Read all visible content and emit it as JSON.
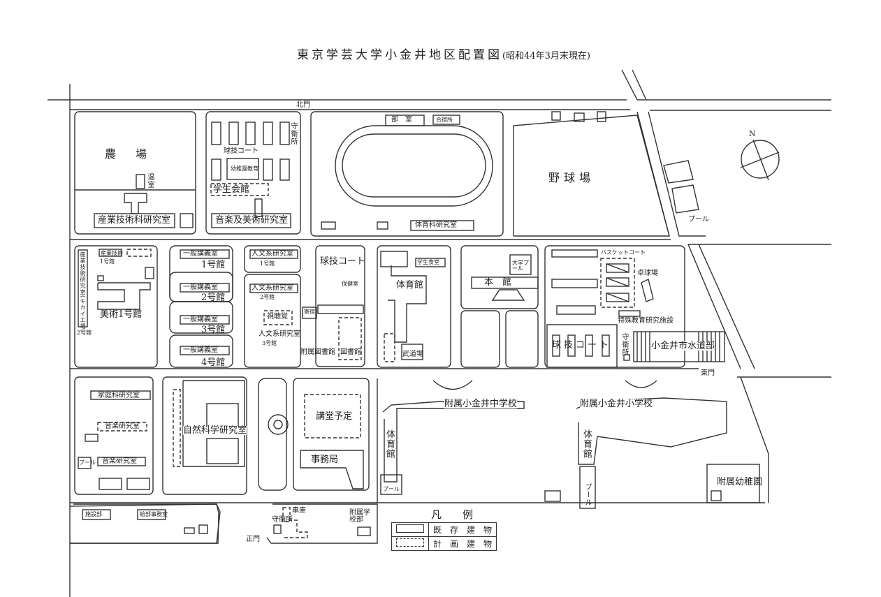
{
  "title": "東京学芸大学小金井地区配置図",
  "subtitle": "(昭和44年3月末現在)",
  "compass_label": "N",
  "gates": {
    "north": "北門",
    "east": "東門",
    "main": "正門"
  },
  "facilities": {
    "farm": "農　場",
    "greenhouse": "温室",
    "industrial_tech_lab": "産業技術科研究室",
    "guard_north": "守衛所",
    "ball_court_north": "球技コート",
    "kindergarten_gym": "幼稚園教育",
    "student_hall": "学生会館",
    "music_art_lab": "音楽及美術研究室",
    "club_rooms": "部　室",
    "guard_small": "合宿所",
    "pe_lab": "体育科研究室",
    "baseball": "野球場",
    "pool_ne": "プール",
    "industrial_tech_1": "産業技術",
    "building_1_go": "1号館",
    "industrial_lab_2": "産業技術研究室(キカイ工場)",
    "building_2_go": "2号館",
    "art_1": "美術1号館",
    "lecture_1": "一般講義室",
    "lecture_1_bldg": "1号館",
    "lecture_2": "一般講義室",
    "lecture_2_bldg": "2号館",
    "lecture_3": "一般講義室",
    "lecture_3_bldg": "3号館",
    "lecture_4": "一般講義室",
    "lecture_4_bldg": "4号館",
    "humanities_1": "人文系研究室",
    "humanities_1_bldg": "1号館",
    "humanities_2": "人文系研究室",
    "humanities_2_bldg": "2号館",
    "humanities_3": "人文系研究室",
    "humanities_3_bldg": "3号館",
    "av_room": "視聴覚",
    "dormitory": "寄宿",
    "ball_court_mid": "球技コート",
    "health_room": "保健室",
    "attached_library": "附属図書館",
    "library_planned": "図書館",
    "gymnasium": "体育館",
    "cafeteria": "学生食堂",
    "budo": "武道場",
    "main_building": "本　館",
    "univ_pool": "大学プール",
    "basketball": "バスケットコート",
    "table_tennis": "卓球場",
    "special_ed": "特殊教育研究施設",
    "ball_court_east": "球技コート",
    "guard_east": "守衛所",
    "waterworks": "小金井市水道部",
    "home_ec": "家庭科研究室",
    "music_lab_1": "音楽研究室",
    "pool_sw": "プール",
    "music_lab_2": "音楽研究室",
    "natural_science": "自然科学研究室",
    "auditorium_planned": "講堂予定",
    "admin_office": "事務局",
    "jh_school": "附属小金井中学校",
    "jh_gym": "体育館",
    "jh_pool": "プール",
    "elem_school": "附属小金井小学校",
    "elem_gym": "体育館",
    "elem_pool": "プール",
    "kindergarten": "附属幼稚園",
    "garage": "車庫",
    "guard_main": "守衛所",
    "school_dept": "附属学校部",
    "facilities_dept": "施設部",
    "admin_small": "給部事務室"
  },
  "legend": {
    "title": "凡　　例",
    "existing": "既　存　建　物",
    "planned": "計　画　建　物"
  }
}
